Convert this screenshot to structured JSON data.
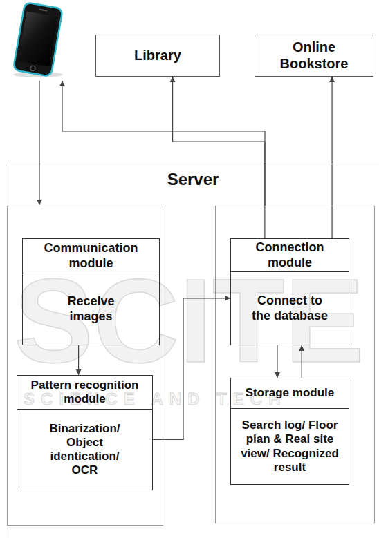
{
  "diagram": {
    "nodes": [
      {
        "text": [
          "Library"
        ]
      },
      {
        "text": [
          "Online Bookstore"
        ]
      },
      {
        "text": [
          "Server"
        ]
      },
      {
        "text": [
          "Communication module",
          "Receive images"
        ],
        "in": 2
      },
      {
        "text": [
          "Pattern recognition module",
          "Binarization/ Object identication/ OCR"
        ],
        "in": 2
      },
      {
        "text": [
          "Connection module",
          "Connect to the database"
        ],
        "in": 2
      },
      {
        "text": [
          "Storage module",
          "Search log/ Floor plan & Real site view/ Recognized result"
        ],
        "in": 2
      }
    ],
    "edges": [
      {
        "from": 5,
        "to": 0,
        "arrow": "to"
      },
      {
        "from": 5,
        "to": 1,
        "arrow": "to"
      },
      {
        "from": 3,
        "to": 4,
        "arrow": "to"
      },
      {
        "from": 4,
        "to": 5,
        "arrow": "to"
      },
      {
        "from": 5,
        "to": 6,
        "arrow": "to"
      },
      {
        "from": 6,
        "to": 5,
        "arrow": "to"
      }
    ],
    "labels": [
      "SCITE",
      "SCIENCE AND TECH"
    ]
  }
}
